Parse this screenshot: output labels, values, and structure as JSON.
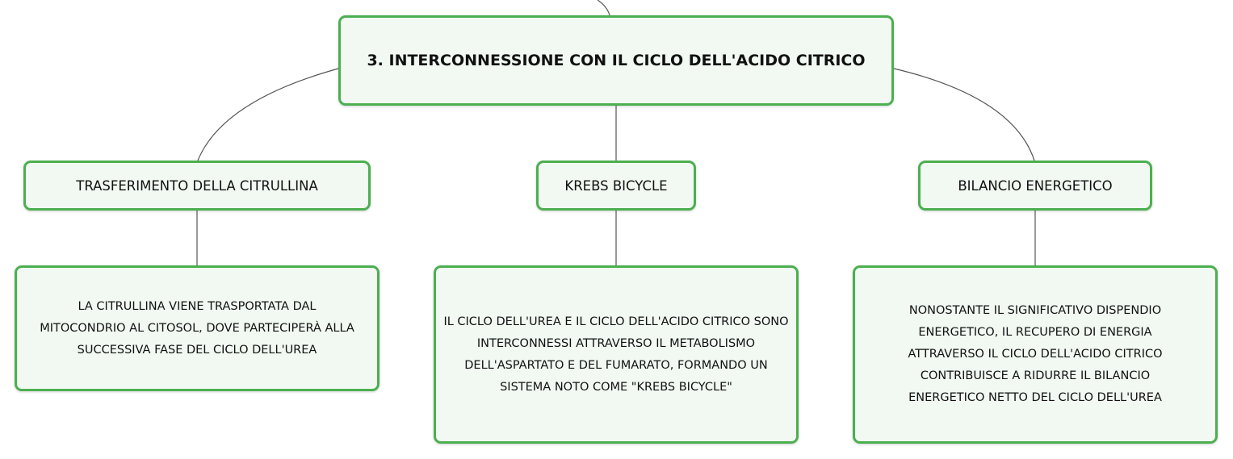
{
  "root": {
    "title": "3. INTERCONNESSIONE CON IL CICLO DELL'ACIDO CITRICO"
  },
  "branches": [
    {
      "label": "TRASFERIMENTO DELLA CITRULLINA",
      "detail": "LA CITRULLINA VIENE TRASPORTATA DAL MITOCONDRIO AL CITOSOL, DOVE PARTECIPERÀ ALLA SUCCESSIVA FASE DEL CICLO DELL'UREA"
    },
    {
      "label": "KREBS BICYCLE",
      "detail": "IL CICLO DELL'UREA E IL CICLO DELL'ACIDO CITRICO SONO INTERCONNESSI ATTRAVERSO IL METABOLISMO DELL'ASPARTATO E DEL FUMARATO, FORMANDO UN SISTEMA NOTO COME \"KREBS BICYCLE\""
    },
    {
      "label": "BILANCIO ENERGETICO",
      "detail": "NONOSTANTE IL SIGNIFICATIVO DISPENDIO ENERGETICO, IL RECUPERO DI ENERGIA ATTRAVERSO IL CICLO DELL'ACIDO CITRICO CONTRIBUISCE A RIDURRE IL BILANCIO ENERGETICO NETTO DEL CICLO DELL'UREA"
    }
  ],
  "colors": {
    "node_border": "#4caf50",
    "node_fill": "#f1f9f2",
    "connector": "#555555"
  }
}
